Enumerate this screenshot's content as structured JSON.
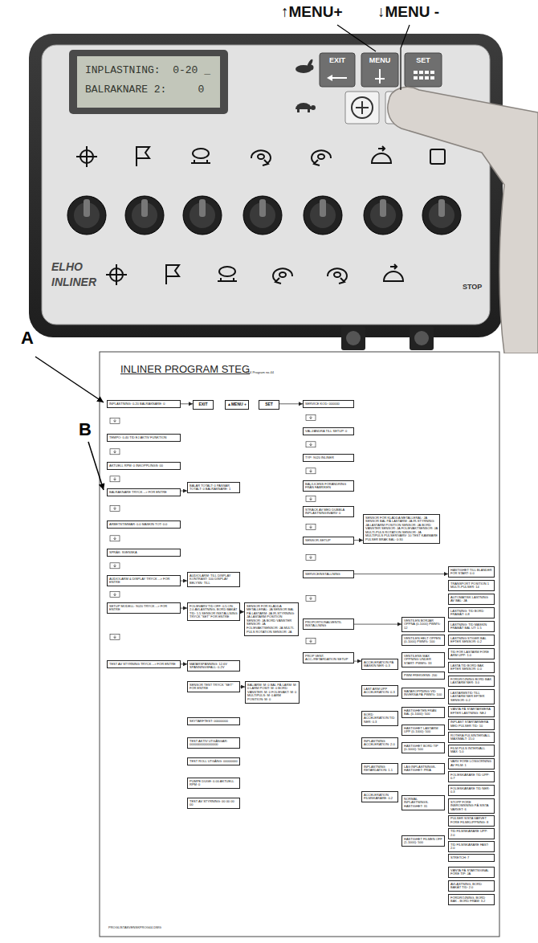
{
  "diagram": {
    "title": "INLINER PROGRAM STEG",
    "nodes": [
      {
        "text": [
          "INPLASTNING: 0-20 BALRAKNARE: 0"
        ]
      },
      {
        "text": [
          "TEMPO: 0.40 TID EJ AKTIV FUNKTION"
        ]
      },
      {
        "text": [
          "AKTUELL RPM: 0 INKOPPLINGS: 00"
        ]
      },
      {
        "text": [
          "BALRAKNARE TRYCK --> FÖR ENTRE"
        ]
      },
      {
        "text": [
          "ARBETSTIMMAR: 0.0 MASKIN TOT: 0.0"
        ]
      },
      {
        "text": [
          "SPRÅK: SVENSKA"
        ]
      },
      {
        "text": [
          "AUDIOLARM & DISPLAY TRYCK --> FÖR ENTRE"
        ]
      },
      {
        "text": [
          "SETUP MODELL: 9020 TRYCK --> FÖR ENTRE"
        ]
      },
      {
        "text": [
          "TEST AV STYRNING TRYCK --> FÖR ENTRE"
        ]
      },
      {
        "text": [
          "EXIT"
        ]
      },
      {
        "text": [
          "▲MENU +"
        ]
      },
      {
        "text": [
          "SET"
        ]
      },
      {
        "text": [
          "SERVICE KOD: 000000"
        ]
      },
      {
        "text": [
          "BALAR TOTALT: 0 PASSAR TOTALT: 0 BALRAKNARE: 1"
        ]
      },
      {
        "text": [
          "AUDIOLARM: TILL DISPLAY KONTRAST: 100 DISPLAY BELYSN: TILL"
        ]
      },
      {
        "text": [
          "FOLIEVARV TID OFF: 0.5 ON: 2.0 AVLASTNING, BORD BAKÅT TID: 1.5 SENSOR INSTÄLLNING TRYCK \"SET\" FÖR ENTRE"
        ]
      },
      {
        "text": [
          "SENSOR FÖR KLÄDDA METALLERAL: JA SENSOR BAL PÅ LASTARM: JA IR-STYRNING: JA LASTARM POSITION SENSOR: JA BORD VÄNSTER SENSOR: JA FOLIEVAKTSENSOR: JA MULTI-PULS ROTATION SENSOR: JA"
        ]
      },
      {
        "text": [
          "MATARSPÄNNING: 12.6V SPÄNNINGSFALL: 0.2V"
        ]
      },
      {
        "text": [
          "SENSOR TEST TRYCK \"SET\" FÖR ENTRE"
        ]
      },
      {
        "text": [
          "BAL/ARM: M: 0 BAL PÅ LARM: M: 0 LARM POSIT: M: 0 BORD VÄNSTER: M: 0 FOLIEVAKT: M: 0 MULTIPULS: M: 0 ARM POSITION: M: 0"
        ]
      },
      {
        "text": [
          "SKYTARFTEST: 00000000"
        ]
      },
      {
        "text": [
          "TEST AKTIV UTGÅNGAR: 0000000000000000"
        ]
      },
      {
        "text": [
          "TEST ROLL UTGÅNG: 00000000"
        ]
      },
      {
        "text": [
          "PUMPE DUGE: 0.00 AKTUELL RPM: 0"
        ]
      },
      {
        "text": [
          "TEST AV STYRNING: 00 00 00 00"
        ]
      },
      {
        "text": [
          "VÄLJ/ÄNDRA TILL SETUP: 0"
        ]
      },
      {
        "text": [
          "TYP: 9020 INLINER"
        ]
      },
      {
        "text": [
          "BAL/LICENS FÖRÄNDRING FRÅN FABRIKEN"
        ]
      },
      {
        "text": [
          "STRÄCK AV MED DUBBLA INPLASTNINGSVARV: 0"
        ]
      },
      {
        "text": [
          "SENSOR-SETUP"
        ]
      },
      {
        "text": [
          "SENSOR FÖR KLÄDDA METALLERAL: JA SENSOR BAL PÅ LASTARM: JA IR-STYRNING: JA LASTARM POSITION SENSOR: JA BORD VÄNSTER SENSOR: JA FOLIEVAKTSENSOR: JA MULTI-PULS ROTATION SENSOR: JA MULTIPULS PULSER/VARV: 10 TEST KAMMARE PULSER BRAK BAL: 0:30"
        ]
      },
      {
        "text": [
          "SERVICEINSTÄLLNING"
        ]
      },
      {
        "text": [
          "PROPORTIONALVENTIL INSTÄLLNING"
        ]
      },
      {
        "text": [
          "PROP VENT. ACC-/RETARDATION SETUP"
        ]
      },
      {
        "text": [
          "VENTILEN BÖRJAR ÖPPNA (0-1000) PWM%: 12"
        ]
      },
      {
        "text": [
          "VENTILEN HELT ÖPPEN (0-1000) PWM%: 100"
        ]
      },
      {
        "text": [
          "VENTILENS MAX ÖPPNING UNDER START: PWM%: 33"
        ]
      },
      {
        "text": [
          "PWM FREKVENS: 200"
        ]
      },
      {
        "text": [
          "MATAROPPNING VID INVERSA PÅ PWM%: 100"
        ]
      },
      {
        "text": [
          "HASTIGHETEN FRÅN BAL (0-1000): 500"
        ]
      },
      {
        "text": [
          "HASTIGHET LASTARM UPP (0-1000): 500"
        ]
      },
      {
        "text": [
          "HASTIGHET BORD TIP (0-1000): 500"
        ]
      },
      {
        "text": [
          "LÅG INPLASTNINGS-HASTIGHET: PRIA"
        ]
      },
      {
        "text": [
          "NORMAL INPLASTNINGS-HASTIGHET: 31"
        ]
      },
      {
        "text": [
          "HASTIGHET FILMEN OFF (1-1000): 500"
        ]
      },
      {
        "text": [
          "ACCELERATION PÅ MASKIN NER: 0.3"
        ]
      },
      {
        "text": [
          "LAST ARM UPP ACCELERATION: 0.3"
        ]
      },
      {
        "text": [
          "BORD ACCELERATION TID NER: 0.3"
        ]
      },
      {
        "text": [
          "INPLASTNING ACCELERATION: 2.0"
        ]
      },
      {
        "text": [
          "INPLASTNING RETARDATION: 1.1"
        ]
      },
      {
        "text": [
          "ACCELERATION FILMSKÄRARE: 0.2"
        ]
      },
      {
        "text": [
          "HASTIGHET TILL BLANDER FÖR START: 0.0"
        ]
      },
      {
        "text": [
          "TRANSPORT POSITION 1 MULTI-PULSER: 14"
        ]
      },
      {
        "text": [
          "AUTOMATISK LASTNING AV BAL: JA"
        ]
      },
      {
        "text": [
          "LASTNING: TID BORD FRAMÅT: 0.8"
        ]
      },
      {
        "text": [
          "LASTNING: TID MASKIN FRAMÅT BAL UT: 1.5"
        ]
      },
      {
        "text": [
          "LASTNING STIGER BAL EFTER SENSOR: 0.2"
        ]
      },
      {
        "text": [
          "TID FÖR LASTARM FÖRE ARM UPP: 1.0"
        ]
      },
      {
        "text": [
          "LASTA TID BORD BAK EFTER SENSOR: 0.0"
        ]
      },
      {
        "text": [
          "FÖRDRÖJNING BORD BAK LASTARM NER: 3.0"
        ]
      },
      {
        "text": [
          "LASTARMSTID TILL LASTARM NER EFTER SENSOR: 0.2"
        ]
      },
      {
        "text": [
          "VÄNTA PÅ STARTARMERA EFTER LASTNING: NEJ"
        ]
      },
      {
        "text": [
          "INPLAST STARTARMERA MED PULSER TID: 10"
        ]
      },
      {
        "text": [
          "ROTERA PULSINTERVALL MAXIMALT: 15.0"
        ]
      },
      {
        "text": [
          "FILM PULS INTERVALL MAX: 5.0"
        ]
      },
      {
        "text": [
          "VARV FÖRE LÖSGÖRNING AV FILM: 1"
        ]
      },
      {
        "text": [
          "FOLIESKÄRARE TID UPP: 0.7"
        ]
      },
      {
        "text": [
          "FOLIESKÄRARE TID NER: 0.3"
        ]
      },
      {
        "text": [
          "STOPP FÖRE INBROMSNING PÅ SISTA VARVET: 6"
        ]
      },
      {
        "text": [
          "PULSER SISTA VARVET FÖRE FILMKLIPPNING: 8"
        ]
      },
      {
        "text": [
          "TID FILMSKÄRARE UPP: 2.0"
        ]
      },
      {
        "text": [
          "TID FILMSKÄRARE FAST: 2.0"
        ]
      },
      {
        "text": [
          "STRETCH: 7"
        ]
      },
      {
        "text": [
          "VÄNTA PÅ STARTSIGNAL FÖRE TIP: JA"
        ]
      },
      {
        "text": [
          "AVLASTNING, BORD BAKÅT TID: 2.0"
        ]
      },
      {
        "text": [
          "FÖRDRÖJNING, BORD BAK - BORD FRAM: 3.2"
        ]
      }
    ],
    "edges": [
      {
        "from": 0,
        "to": 9,
        "arrow": "to"
      },
      {
        "from": 11,
        "to": 12,
        "arrow": "to"
      },
      {
        "from": 3,
        "to": 13,
        "arrow": "to"
      },
      {
        "from": 6,
        "to": 14,
        "arrow": "to"
      },
      {
        "from": 7,
        "to": 15,
        "arrow": "to"
      },
      {
        "from": 15,
        "to": 16,
        "arrow": "to"
      },
      {
        "from": 8,
        "to": 17,
        "arrow": "to"
      },
      {
        "from": 18,
        "to": 19,
        "arrow": "to"
      },
      {
        "from": 29,
        "to": 30,
        "arrow": "to"
      },
      {
        "from": 31,
        "to": 51,
        "arrow": "to"
      },
      {
        "from": 32,
        "to": 34,
        "arrow": "to"
      },
      {
        "from": 33,
        "to": 45,
        "arrow": "to"
      }
    ],
    "labels": [
      "↑MENU+",
      "↓MENU -",
      "INPLASTNING:  0-20 _",
      "BALRAKNARE 2:     0",
      "EXIT",
      "MENU",
      "SET",
      "ELHO",
      "INLINER",
      "STOP",
      "A",
      "B",
      "TK4 Program no.44",
      "PROGLISTASVENSKPROG44.DWG"
    ]
  }
}
